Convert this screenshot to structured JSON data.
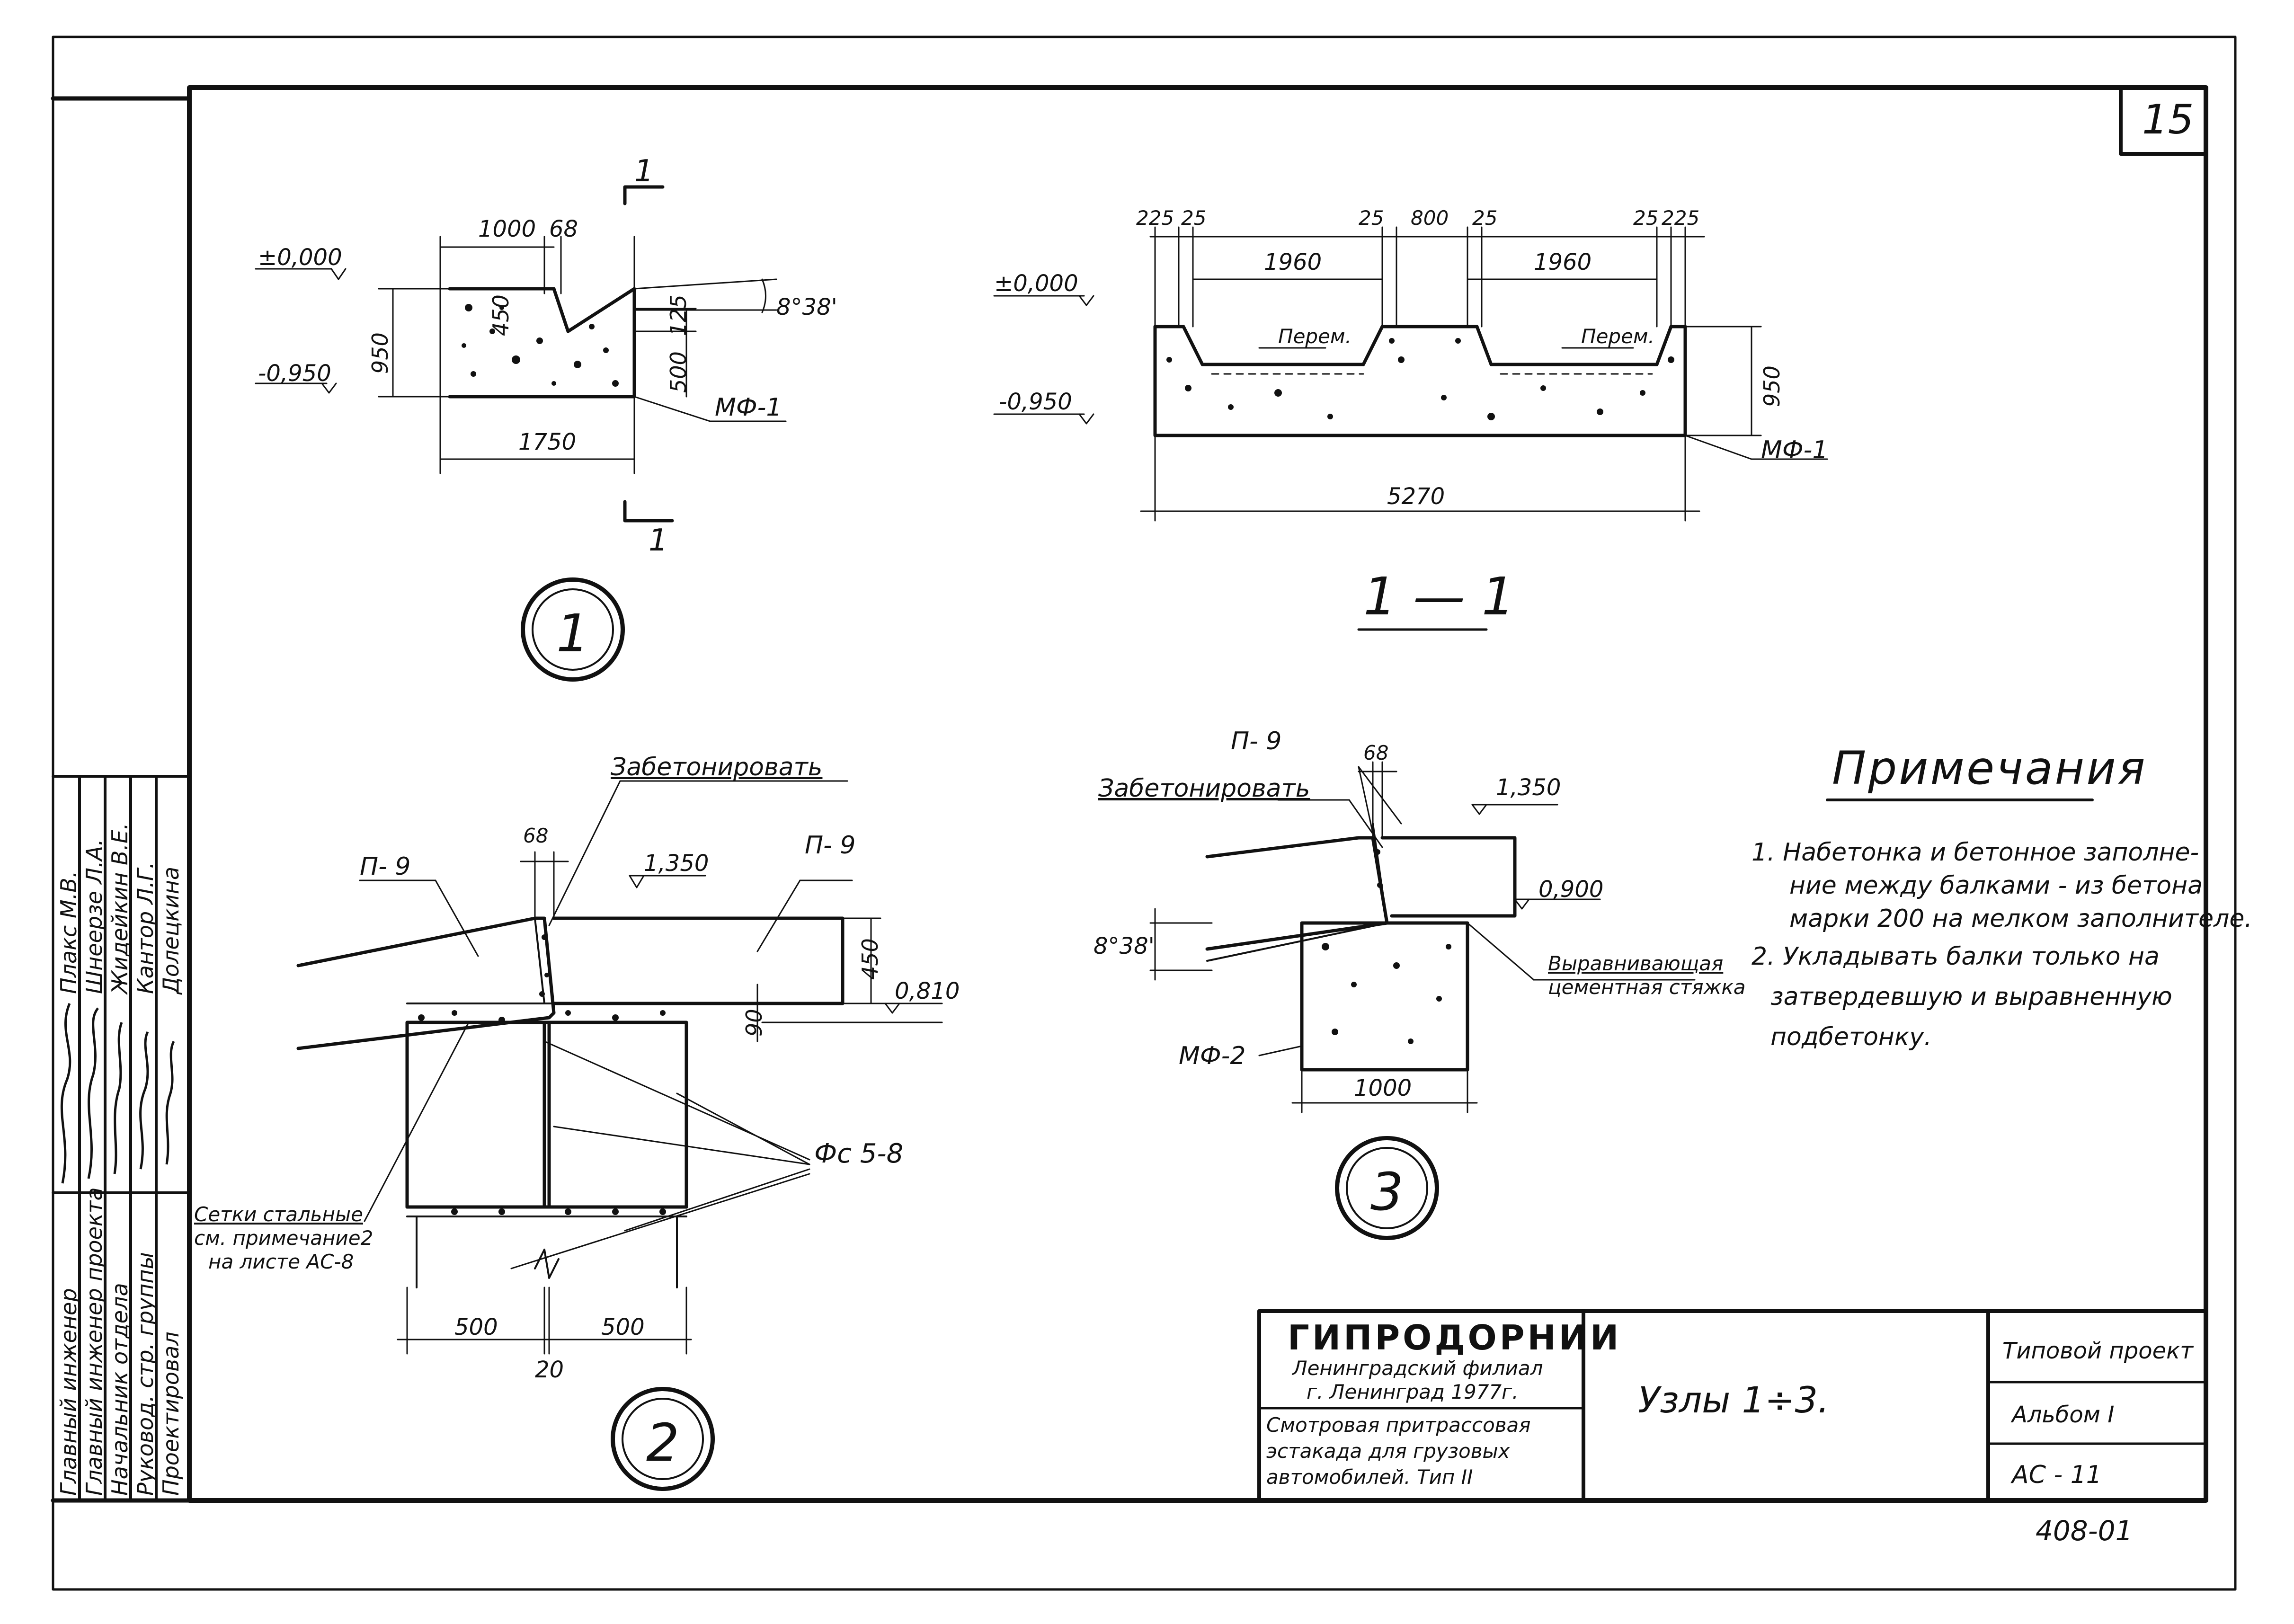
{
  "sheet": {
    "number": "15",
    "code": "408-01"
  },
  "title_block": {
    "org_name": "ГИПРОДОРНИИ",
    "org_branch": "Ленинградский филиал",
    "org_city_year": "г. Ленинград 1977г.",
    "project_line1": "Смотровая притрассовая",
    "project_line2": "эстакада для грузовых",
    "project_line3": "автомобилей. Тип II",
    "drawing_title": "Узлы 1÷3.",
    "type_label": "Типовой проект",
    "album": "Альбом I",
    "sheet_id": "АС - 11"
  },
  "signatures": {
    "roles": [
      "Главный инженер",
      "Главный инженер проекта",
      "Начальник отдела",
      "Руковод. стр. группы",
      "Проектировал"
    ],
    "names": [
      "Плакс М.В.",
      "Шнеерзе Л.А.",
      "Жидейкин В.Е.",
      "Кантор Л.Г.",
      "Долецкина"
    ]
  },
  "detail1": {
    "section_mark": "1",
    "level_top": "±0,000",
    "level_bottom": "-0,950",
    "dim_top_a": "1000",
    "dim_top_b": "68",
    "dim_height": "950",
    "dim_inner_top": "450",
    "dim_right_small": "125",
    "dim_right": "500",
    "angle": "8°38'",
    "dim_bottom": "1750",
    "mark": "МФ-1",
    "circle": "1"
  },
  "section11": {
    "title": "1 — 1",
    "dims_top_row": [
      "225",
      "25",
      "25",
      "800",
      "25",
      "25",
      "225"
    ],
    "dim_left_span": "1960",
    "dim_right_span": "1960",
    "level_top": "±0,000",
    "level_bottom": "-0,950",
    "label_left": "Перем.",
    "label_right": "Перем.",
    "dim_height": "950",
    "dim_bottom": "5270",
    "mark": "МФ-1"
  },
  "detail2": {
    "concrete_label": "Забетонировать",
    "beam_left": "П- 9",
    "beam_right": "П- 9",
    "dim_68": "68",
    "level_top": "1,350",
    "dim_450": "450",
    "dim_90": "90",
    "level_bottom": "0,810",
    "mesh_label1": "Сетки стальные",
    "mesh_label2": "см. примечание2",
    "mesh_label3": "на листе АС-8",
    "block_label": "Фс 5-8",
    "dim_500_left": "500",
    "dim_500_right": "500",
    "dim_20": "20",
    "circle": "2"
  },
  "detail3": {
    "beam": "П- 9",
    "dim_68": "68",
    "concrete_label": "Забетонировать",
    "level_top": "1,350",
    "level_mid": "0,900",
    "angle": "8°38'",
    "screed_label1": "Выравнивающая",
    "screed_label2": "цементная стяжка",
    "mark": "МФ-2",
    "dim_width": "1000",
    "circle": "3"
  },
  "notes": {
    "title": "Примечания",
    "items": [
      "1. Набетонка и бетонное заполне-",
      "ние между балками - из бетона",
      "марки 200 на мелком заполнителе.",
      "2. Укладывать балки только на",
      "затвердевшую и выравненную",
      "подбетонку."
    ]
  }
}
